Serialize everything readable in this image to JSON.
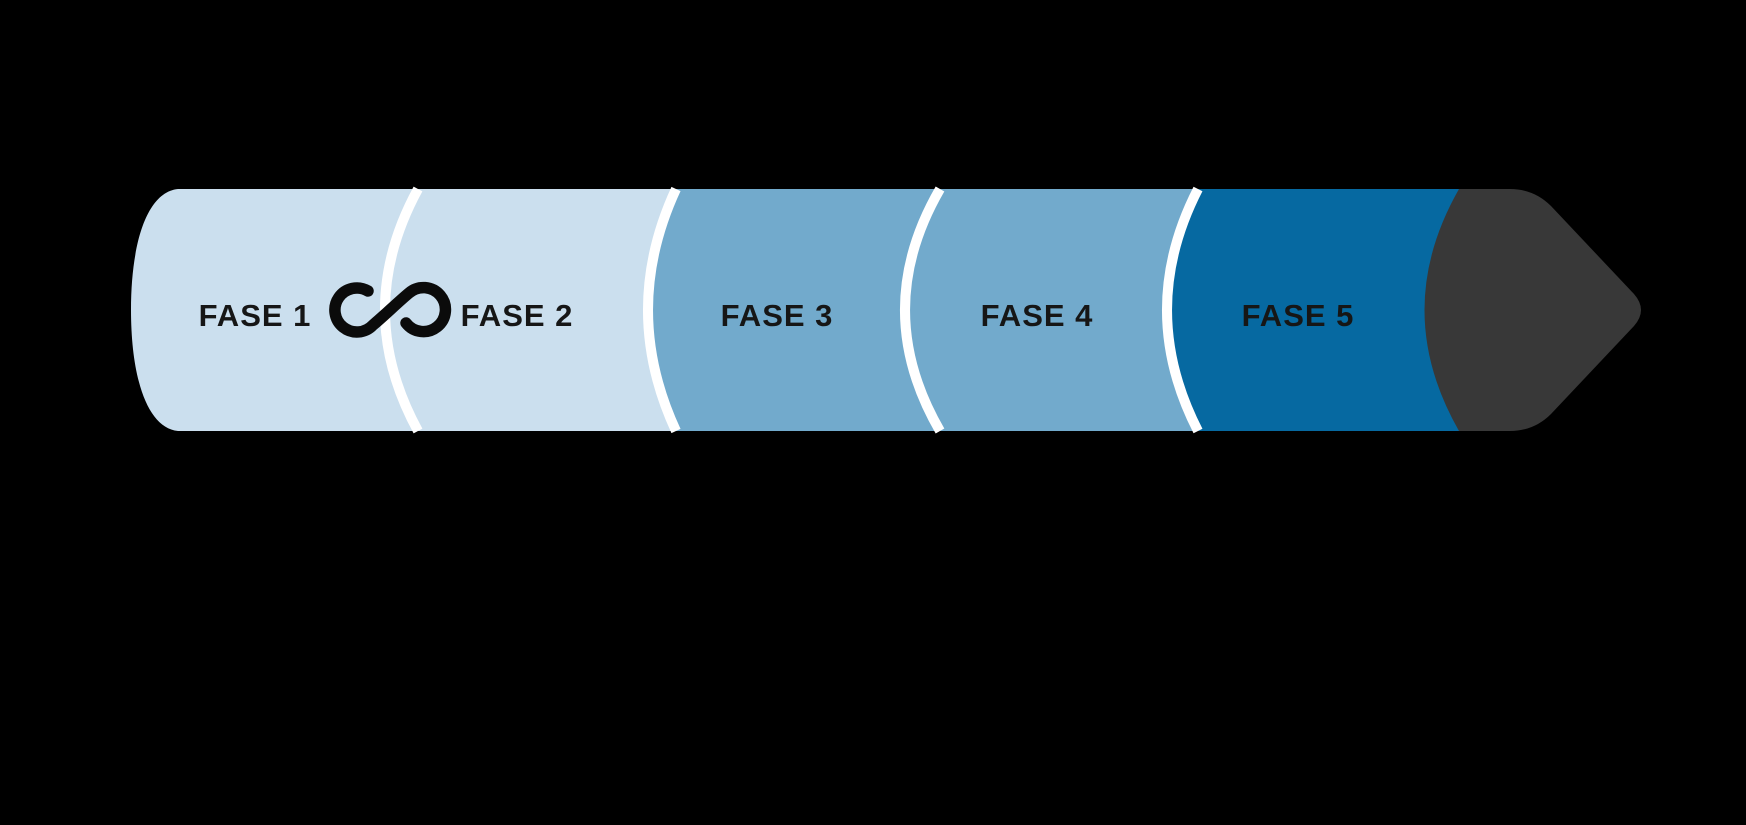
{
  "diagram": {
    "type": "pencil-phase-timeline",
    "background_color": "#000000",
    "label_color": "#161616",
    "divider_color": "#ffffff",
    "icon_color": "#0b0b0b",
    "tip_color": "#383838",
    "phases": [
      {
        "label": "FASE 1",
        "color": "#cbdfee"
      },
      {
        "label": "FASE 2",
        "color": "#cbdfee"
      },
      {
        "label": "FASE 3",
        "color": "#72aacc"
      },
      {
        "label": "FASE 4",
        "color": "#72aacc"
      },
      {
        "label": "FASE 5",
        "color": "#0669a1"
      }
    ],
    "connector_icon": "infinity-icon"
  }
}
